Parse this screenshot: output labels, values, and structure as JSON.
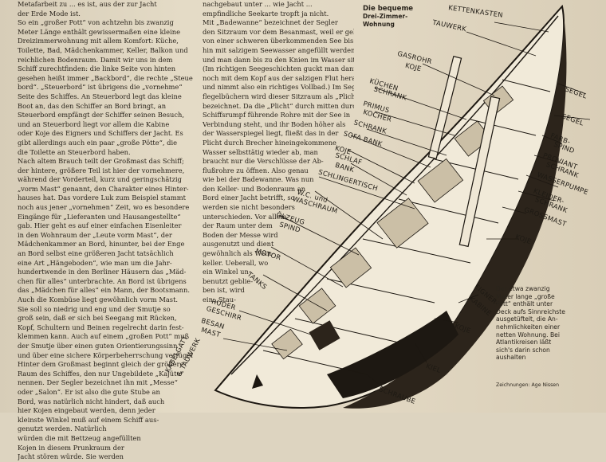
{
  "article": {
    "heading_line1": "Die bequeme",
    "heading_line2": "Drei-Zimmer-Wohnung",
    "col1_lines": [
      "Metafarbeit zu ... es ist, aus der zur Jacht",
      "der Erde Mode ist.",
      "So ein „großer Pott“ von achtzehn bis zwanzig",
      "Meter Länge enthält gewissermaßen eine kleine",
      "Dreizimmerwohnung mit allem Komfort: Küche,",
      "Toilette, Bad, Mädchenkammer, Keller, Balkon und",
      "reichlichen Bodenraum. Damit wir uns in dem",
      "Schiff zurechtfinden: die linke Seite von hinten",
      "gesehen heißt immer „Backbord“, die rechte „Steuer-",
      "bord“. „Steuerbord“ ist übrigens die „vornehme“",
      "Seite des Schiffes. An Steuerbord legt das kleine",
      "Boot an, das den Schiffer an Bord bringt, an",
      "Steuerbord empfängt der Schiffer seinen Besuch,",
      "und an Steuerbord liegt vor allem die Kabine",
      "oder Koje des Eigners und Schiffers der Jacht. Es",
      "gibt allerdings auch ein paar „große Pötte“, die",
      "die Toilette an Steuerbord haben.",
      "Nach altem Brauch teilt der Großmast das Schiff;",
      "der hintere, größere Teil ist hier der vornehmere,",
      "während der Vorderteil, kurz und geringschätzig",
      "„vorm Mast“ genannt, den Charakter eines Hinter-",
      "hauses hat. Das vordere Luk zum Beispiel stammt",
      "noch aus jener „vornehmen“ Zeit, wo es besondere",
      "Eingänge für „Lieferanten und Hausangestellte“",
      "gab. Hier geht es auf einer einfachen Eisenleiter",
      "in den Wohnraum der „Leute vorm Mast“, der",
      "Mädchenkammer an Bord, hinunter, bei der Enge",
      "an Bord selbst eine größeren Jacht tatsächlich",
      "eine Art „Hängeboden“, wie man um die Jahr-",
      "hundertwende in den Berliner Häusern das „Mäd-",
      "chen für alles“ unterbrachte. An Bord ist übrigens",
      "das „Mädchen für alles“ ein Mann, der Bootsmann.",
      "Auch die Kombüse liegt gewöhnlich vorm Mast.",
      "Sie soll so niedrig und eng und der Smutje so",
      "groß sein, daß er sich bei Seegang mit Rücken,",
      "Kopf, Schultern und Beinen regelrecht darin fest-",
      "klemmen kann. Auch auf einem „großen Pott“ muß",
      "der Smutje über einen guten Orientierungssinn",
      "und über eine sichere Körperbeherrschung verfügen.",
      "Hinter dem Großmast beginnt gleich der größere",
      "Raum des Schiffes, den nur Ungebildete „Kajüte“",
      "nennen. Der Segler bezeichnet ihn mit „Messe“",
      "oder „Salon“. Er ist also die gute Stube an",
      "Bord, was natürlich nicht hindert, daß auch",
      "hier Kojen eingebaut werden, denn jeder",
      "kleinste Winkel muß auf einem Schiff aus-",
      "genutzt werden. Natürlich",
      "würden die mit Bettzeug angefüllten",
      "Kojen in diesem Prunkraum der",
      "Jacht stören würde. Sie werden"
    ],
    "col2_lines": [
      "nachgebaut unter ... wie Jacht ...",
      "empfindliche Seekarte tropft ja nicht.",
      "Mit „Badewanne“ bezeichnet der Segler",
      "den Sitzraum vor dem Besanmast, weil er gelegentlich",
      "von einer schweren überkommenden See bis oben-",
      "hin mit salzigem Seewasser angefüllt werden kann,",
      "und man dann bis zu den Knien im Wasser sitzt.",
      "(Im richtigen Seegeschichten guckt man dann nur",
      "noch mit dem Kopf aus der salzigen Flut heraus",
      "und nimmt also ein richtiges Vollbad.) Im Segel-",
      "flegelbüchern wird dieser Sitzraum als „Plicht“",
      "bezeichnet. Da die „Plicht“ durch mitten durch den",
      "Schiffsrumpf führende Rohre mit der See in",
      "Verbindung steht, und ihr Boden höher als",
      "der Wasserspiegel liegt, fließt das in der",
      "Plicht durch Brecher hineingekommene",
      "Wasser selbsttätig wieder ab, man",
      "braucht nur die Verschlüsse der Ab-",
      "flußrohre zu öffnen. Also genau",
      "wie bei der Badewanne. Was nun",
      "den Keller- und Bodenraum an",
      "Bord einer Jacht betrifft, so",
      "werden sie nicht besonders",
      "unterschieden. Vor allem",
      "der Raum unter dem",
      "Boden der Messe wird",
      "ausgenutzt und dient",
      "gewöhnlich als Wein-",
      "keller. Ueberall, wo",
      "ein Winkel un-",
      "benutzt geblie-",
      "ben ist, wird",
      "ein „Stau-"
    ],
    "caption_lines": [
      "Der etwa zwanzig",
      "Meter lange „große",
      "Pott“ enthält unter",
      "Deck aufs Sinnreichste",
      "ausgetüftelt, die An-",
      "nehmlichkeiten einer",
      "netten Wohnung. Bei",
      "Atlantikreisen läßt",
      "sich's darin schon",
      "aushalten"
    ],
    "credit": "Zeichnungen: Age Nissen"
  },
  "labels": {
    "kettenkasten": "KETTENKASTEN",
    "tauwerk_top": "TAUWERK",
    "gasrohr_koje_1": "GASROHR",
    "gasrohr_koje_2": "KOJE",
    "kuechenschrank_1": "KÜCHEN",
    "kuechenschrank_2": "SCHRANK",
    "primus_kocher_1": "PRIMUS",
    "primus_kocher_2": "KOCHER",
    "schrank": "SCHRANK",
    "sofabank": "SOFA BANK",
    "koje_1": "KOJE",
    "schlafbank_1": "SCHLAF",
    "schlafbank_2": "BANK",
    "schlingertisch": "SCHLINGERTISCH",
    "wc_waschraum_1": "W.C. und",
    "wc_waschraum_2": "WASCHRAUM",
    "oelzeug_spind_1": "ÖLZEUG",
    "oelzeug_spind_2": "SPIND",
    "motor": "MOTOR",
    "tanks": "TANKS",
    "ruder_geschirr_1": "RUDER",
    "ruder_geschirr_2": "GESCHIRR",
    "besan_mast_1": "BESAN",
    "besan_mast_2": "MAST",
    "kabelgatt_1": "KABELGATT",
    "kabelgatt_2": "& TAUWERK",
    "segel_1": "SEGEL",
    "segel_2": "SEGEL",
    "farbspind_1": "FARB-",
    "farbspind_2": "SPIND",
    "proviantschrank_1": "PROVIANT",
    "proviantschrank_2": "SCHRANK",
    "wasserpumpe": "WASSERPUMPE",
    "kleiderschrank_1": "KLEIDER-",
    "kleiderschrank_2": "SCHRANK",
    "grossmast": "GROSSMAST",
    "koje_2": "KOJE",
    "eignerkabine_1": "EIGNER-",
    "eignerkabine_2": "KABINE",
    "koje_3": "KOJE",
    "kiel": "KIEL",
    "schraube": "SCHRAUBE"
  }
}
